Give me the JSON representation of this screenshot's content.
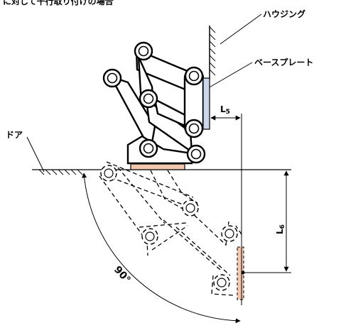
{
  "header_text": "に対して干行取り付けの場合",
  "labels": {
    "housing": "ハウジング",
    "base_plate": "ベースプレート",
    "door": "ドア",
    "l5_main": "L",
    "l5_sub": "5",
    "l6_main": "L",
    "l6_sub": "6",
    "angle": "90°"
  },
  "colors": {
    "base_plate_fill": "#ccd6ea",
    "base_plate_open_fill": "#f3c7ae"
  }
}
